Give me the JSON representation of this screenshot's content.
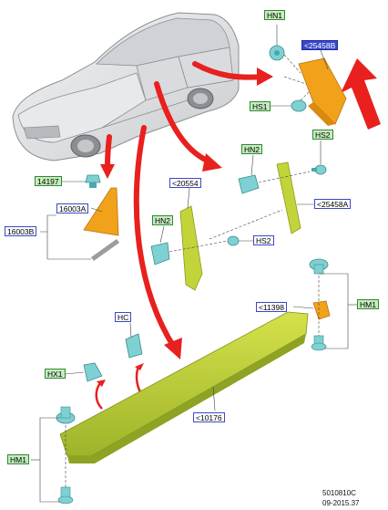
{
  "labels": {
    "hn1": "HN1",
    "c25458b": "<25458B",
    "hs1": "HS1",
    "hs2_top": "HS2",
    "hn2_top": "HN2",
    "c14197": "14197",
    "c16003a": "16003A",
    "c16003b": "16003B",
    "c20554": "<20554",
    "c25458a": "<25458A",
    "hn2_mid": "HN2",
    "hs2_mid": "HS2",
    "c11398": "<11398",
    "hm1_right": "HM1",
    "hc": "HC",
    "hx1": "HX1",
    "c10176": "<10176",
    "hm1_left": "HM1"
  },
  "footer": {
    "code": "5010810C",
    "date": "09-2015.37"
  },
  "colors": {
    "arrow": "#e8201e",
    "part_yellow_green": "#c3d43a",
    "part_orange": "#f2a21a",
    "fastener_teal": "#7fd0d2",
    "car_body": "#e3e4e6"
  }
}
